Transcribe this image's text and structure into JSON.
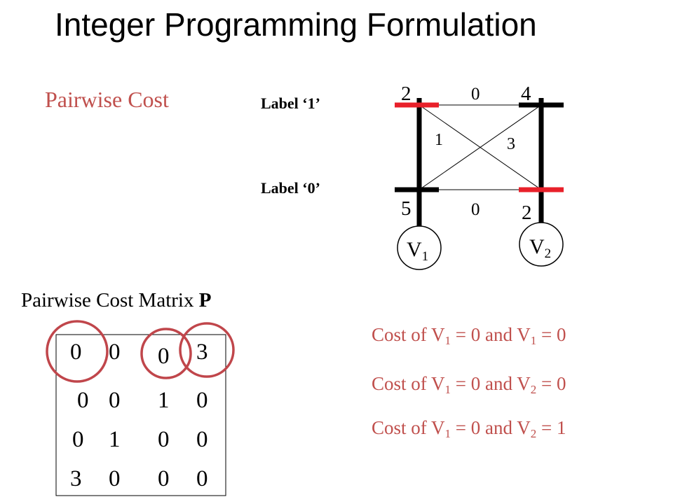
{
  "title": "Integer Programming Formulation",
  "pairwise_cost_label": "Pairwise Cost",
  "graph": {
    "label_1": "Label ‘1’",
    "label_0": "Label ‘0’",
    "v1": {
      "letter": "V",
      "subscript": "1"
    },
    "v2": {
      "letter": "V",
      "subscript": "2"
    },
    "unary": {
      "v1_label1": "2",
      "v1_label0": "5",
      "v2_label1": "4",
      "v2_label0": "2"
    },
    "pairwise": {
      "label1_label1": "0",
      "label0_label0": "0",
      "v1label1_v2label0": "1",
      "v1label0_v2label1": "3"
    },
    "highlight_color": "#e8202a"
  },
  "matrix": {
    "title_prefix": "Pairwise Cost Matrix ",
    "title_symbol": "P",
    "rows": [
      [
        "0",
        "0",
        "0",
        "3"
      ],
      [
        "0",
        "0",
        "1",
        "0"
      ],
      [
        "0",
        "1",
        "0",
        "0"
      ],
      [
        "3",
        "0",
        "0",
        "0"
      ]
    ],
    "circle_color": "#c0464b"
  },
  "cost_lines": [
    {
      "prefix": "Cost of V",
      "sub_a": "1",
      "mid": " = 0 and V",
      "sub_b": "1",
      "suffix": " = 0"
    },
    {
      "prefix": "Cost of V",
      "sub_a": "1",
      "mid": " = 0 and V",
      "sub_b": "2",
      "suffix": " = 0"
    },
    {
      "prefix": "Cost of V",
      "sub_a": "1",
      "mid": " = 0 and V",
      "sub_b": "2",
      "suffix": " = 1"
    }
  ],
  "accent_color": "#c0504d"
}
